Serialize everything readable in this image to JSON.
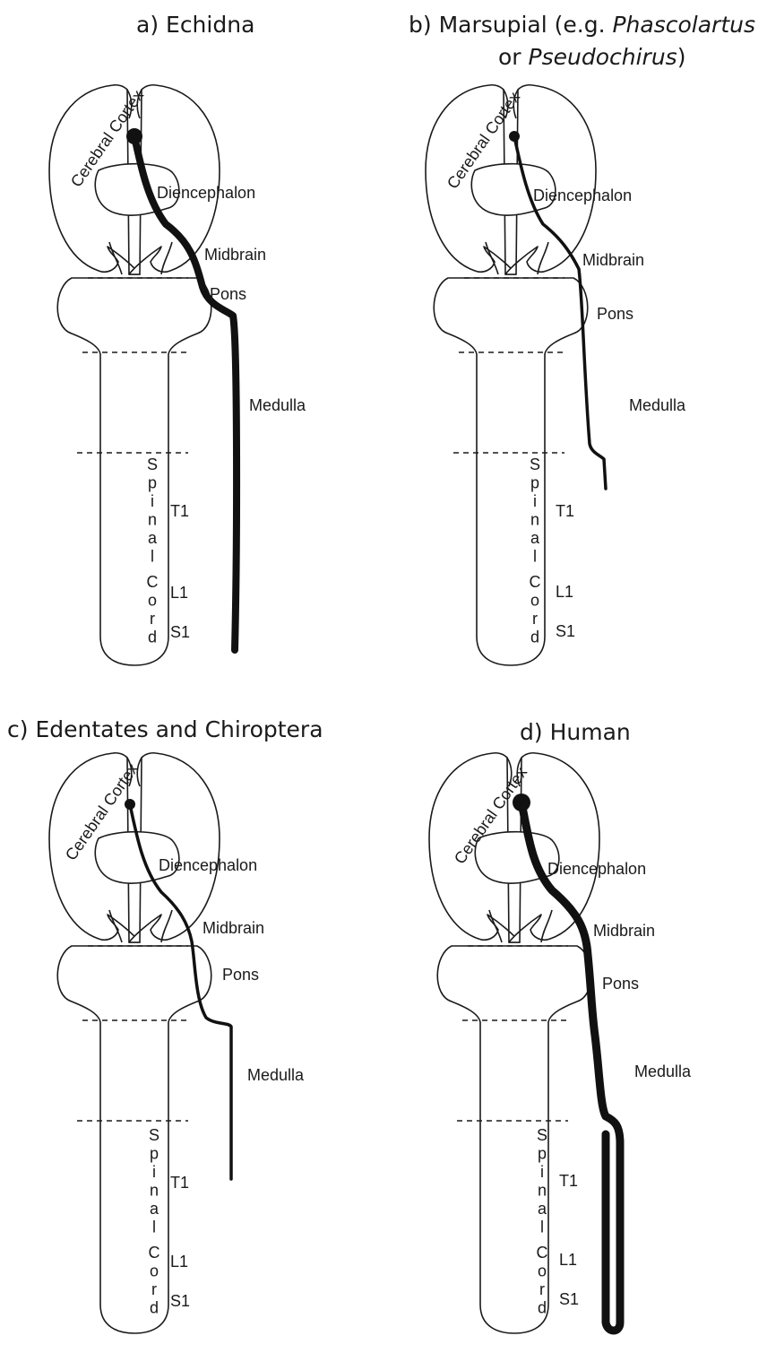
{
  "panels": [
    {
      "id": "a",
      "title": "a)  Echidna",
      "title_line2": "",
      "labels": {
        "cortex": "Cerebral Cortex",
        "diencephalon": "Diencephalon",
        "midbrain": "Midbrain",
        "pons": "Pons",
        "medulla": "Medulla",
        "spinal_cord": "Spinal Cord",
        "t1": "T1",
        "l1": "L1",
        "s1": "S1"
      }
    },
    {
      "id": "b",
      "title": "b) Marsupial (e.g. ",
      "title_italic_1": "Phascolartus",
      "title_line2_pre": "or ",
      "title_italic_2": "Pseudochirus",
      "title_line2_post": ")",
      "labels": {
        "cortex": "Cerebral Cortex",
        "diencephalon": "Diencephalon",
        "midbrain": "Midbrain",
        "pons": "Pons",
        "medulla": "Medulla",
        "spinal_cord": "Spinal Cord",
        "t1": "T1",
        "l1": "L1",
        "s1": "S1"
      }
    },
    {
      "id": "c",
      "title": "c)   Edentates and Chiroptera",
      "labels": {
        "cortex": "Cerebral Cortex",
        "diencephalon": "Diencephalon",
        "midbrain": "Midbrain",
        "pons": "Pons",
        "medulla": "Medulla",
        "spinal_cord": "Spinal Cord",
        "t1": "T1",
        "l1": "L1",
        "s1": "S1"
      }
    },
    {
      "id": "d",
      "title": "d) Human",
      "labels": {
        "cortex": "Cerebral Cortex",
        "diencephalon": "Diencephalon",
        "midbrain": "Midbrain",
        "pons": "Pons",
        "medulla": "Medulla",
        "spinal_cord": "Spinal Cord",
        "t1": "T1",
        "l1": "L1",
        "s1": "S1"
      }
    }
  ],
  "colors": {
    "ink": "#1a1a1a",
    "background": "#ffffff"
  }
}
